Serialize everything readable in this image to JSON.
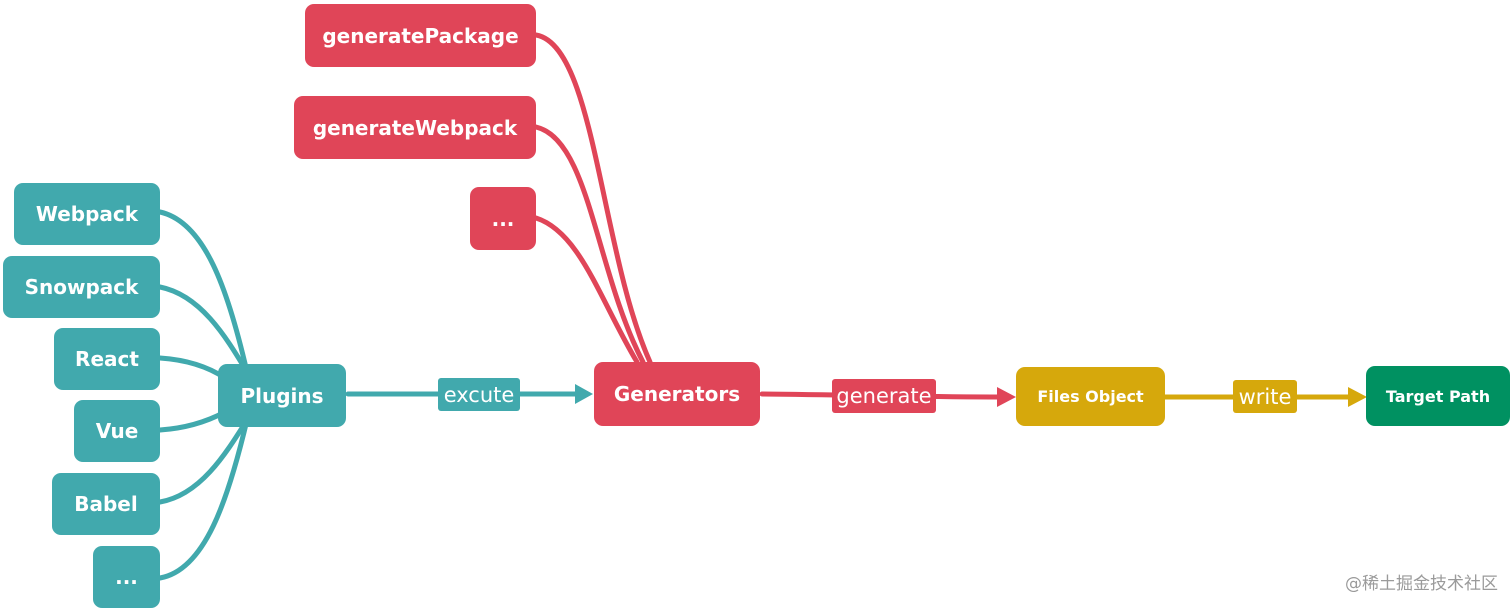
{
  "plugins": {
    "items": [
      "Webpack",
      "Snowpack",
      "React",
      "Vue",
      "Babel",
      "..."
    ],
    "hub": "Plugins"
  },
  "generators": {
    "items": [
      "generatePackage",
      "generateWebpack",
      "..."
    ],
    "hub": "Generators"
  },
  "flow": {
    "excute_label": "excute",
    "generate_label": "generate",
    "files_object": "Files Object",
    "write_label": "write",
    "target_path": "Target Path"
  },
  "watermark": "@稀土掘金技术社区",
  "colors": {
    "teal": "#41a9ad",
    "red": "#e04558",
    "yellow": "#d6a80c",
    "green": "#009161"
  }
}
